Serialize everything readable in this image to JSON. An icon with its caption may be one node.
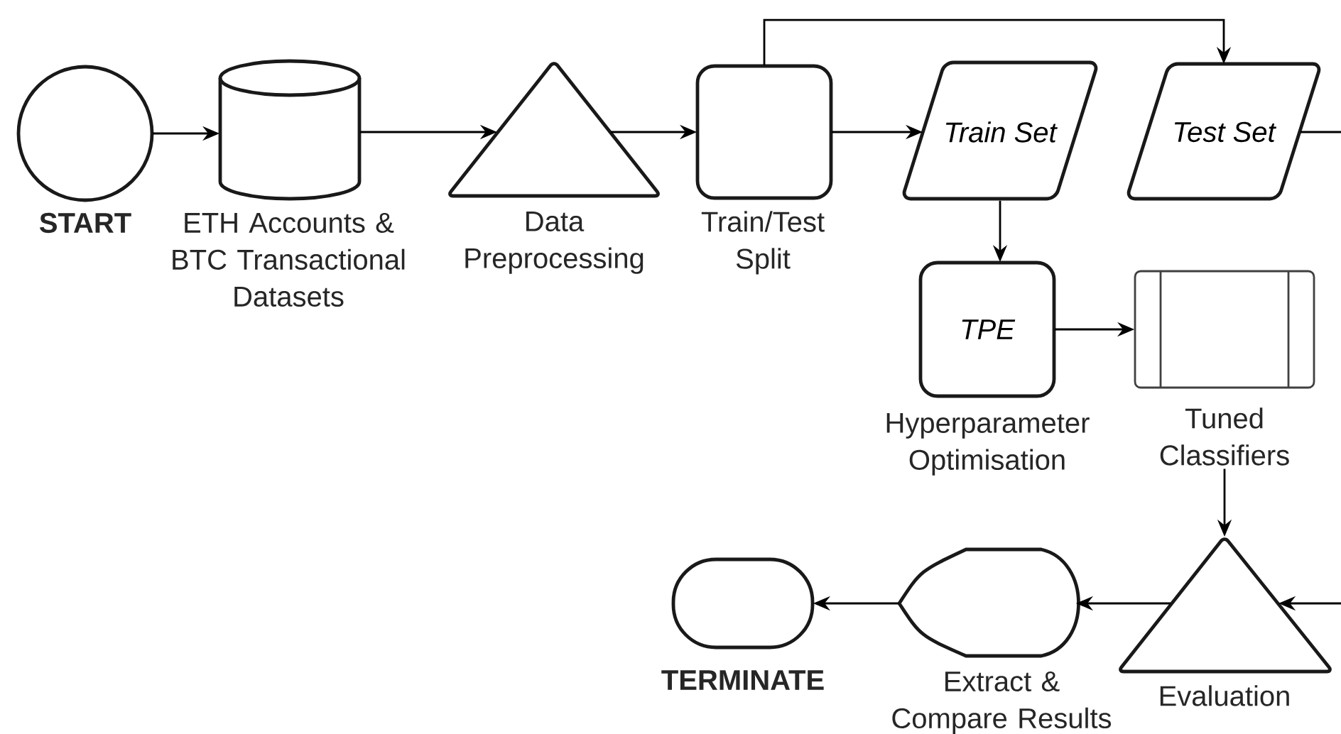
{
  "diagram": {
    "nodes": [
      {
        "text": [
          "START"
        ]
      },
      {
        "text": [
          "ETH Accounts & BTC Transactional Datasets"
        ]
      },
      {
        "text": [
          "Data Preprocessing"
        ]
      },
      {
        "text": [
          "Train/Test Split"
        ]
      },
      {
        "text": [
          "Train Set"
        ]
      },
      {
        "text": [
          "Test Set"
        ]
      },
      {
        "text": [
          "TPE",
          "Hyperparameter Optimisation"
        ]
      },
      {
        "text": [
          "Tuned Classifiers"
        ]
      },
      {
        "text": [
          "Evaluation"
        ]
      },
      {
        "text": [
          "Extract & Compare Results"
        ]
      },
      {
        "text": [
          "TERMINATE"
        ]
      }
    ],
    "edges": [
      {
        "from": 0,
        "to": 1,
        "arrow": "to"
      },
      {
        "from": 1,
        "to": 2,
        "arrow": "to"
      },
      {
        "from": 2,
        "to": 3,
        "arrow": "to"
      },
      {
        "from": 3,
        "to": 4,
        "arrow": "to"
      },
      {
        "from": 3,
        "to": 5,
        "arrow": "to"
      },
      {
        "from": 4,
        "to": 6,
        "arrow": "to"
      },
      {
        "from": 6,
        "to": 7,
        "arrow": "to"
      },
      {
        "from": 7,
        "to": 8,
        "arrow": "to"
      },
      {
        "from": 5,
        "to": 8,
        "arrow": "to"
      },
      {
        "from": 8,
        "to": 9,
        "arrow": "to"
      },
      {
        "from": 9,
        "to": 10,
        "arrow": "to"
      }
    ]
  }
}
